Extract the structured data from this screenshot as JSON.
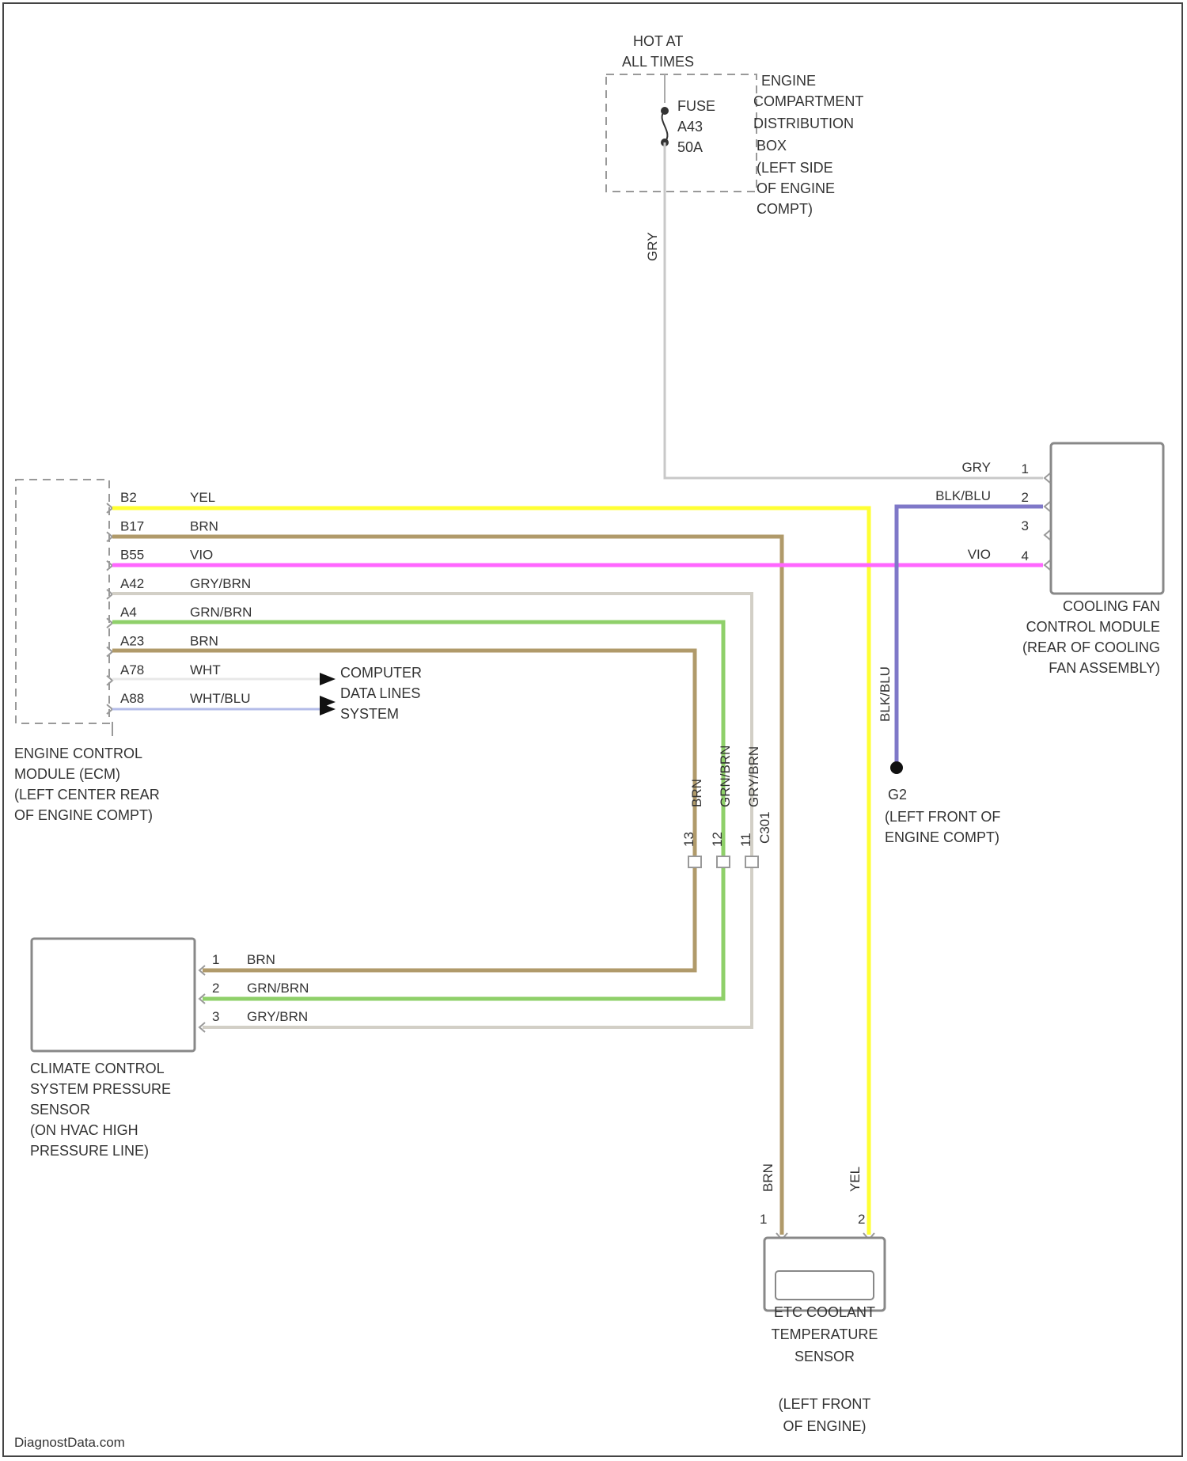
{
  "colors": {
    "YEL": "#ffff33",
    "BRN": "#b09a6a",
    "VIO": "#ff66ff",
    "GRY_BRN": "#d2cfc6",
    "GRN_BRN": "#8fd06a",
    "GRY": "#c8c8c8",
    "BLK_BLU": "#7f78c8",
    "WHT": "#e8e8e8",
    "WHT_BLU": "#b4bce8"
  },
  "power": {
    "hot_line1": "HOT AT",
    "hot_line2": "ALL TIMES",
    "fuse_line1": "FUSE",
    "fuse_line2": "A43",
    "fuse_line3": "50A",
    "box_line1": "ENGINE",
    "box_line2": "COMPARTMENT",
    "box_line3": "DISTRIBUTION",
    "box_line4": "BOX",
    "box_line5": "(LEFT SIDE",
    "box_line6": "OF ENGINE",
    "box_line7": "COMPT)",
    "wire_color": "GRY"
  },
  "ecm": {
    "label_line1": "ENGINE CONTROL",
    "label_line2": "MODULE (ECM)",
    "label_line3": "(LEFT CENTER REAR",
    "label_line4": "OF ENGINE COMPT)",
    "pins": [
      {
        "pin": "B2",
        "color": "YEL"
      },
      {
        "pin": "B17",
        "color": "BRN"
      },
      {
        "pin": "B55",
        "color": "VIO"
      },
      {
        "pin": "A42",
        "color": "GRY/BRN"
      },
      {
        "pin": "A4",
        "color": "GRN/BRN"
      },
      {
        "pin": "A23",
        "color": "BRN"
      },
      {
        "pin": "A78",
        "color": "WHT"
      },
      {
        "pin": "A88",
        "color": "WHT/BLU"
      }
    ]
  },
  "data_lines": {
    "line1": "COMPUTER",
    "line2": "DATA LINES",
    "line3": "SYSTEM"
  },
  "fan_module": {
    "label_line1": "COOLING FAN",
    "label_line2": "CONTROL MODULE",
    "label_line3": "(REAR OF COOLING",
    "label_line4": "FAN ASSEMBLY)",
    "pins": [
      {
        "pin": "1",
        "color": "GRY"
      },
      {
        "pin": "2",
        "color": "BLK/BLU"
      },
      {
        "pin": "3",
        "color": ""
      },
      {
        "pin": "4",
        "color": "VIO"
      }
    ]
  },
  "ground": {
    "wire_color": "BLK/BLU",
    "id": "G2",
    "line1": "(LEFT FRONT OF",
    "line2": "ENGINE COMPT)"
  },
  "splice": {
    "wires": [
      {
        "color": "BRN",
        "pin": "13"
      },
      {
        "color": "GRN/BRN",
        "pin": "12"
      },
      {
        "color": "GRY/BRN",
        "pin": "11"
      }
    ],
    "connector": "C301"
  },
  "pressure_sensor": {
    "label_line1": "CLIMATE CONTROL",
    "label_line2": "SYSTEM PRESSURE",
    "label_line3": "SENSOR",
    "label_line4": "(ON HVAC HIGH",
    "label_line5": "PRESSURE LINE)",
    "pins": [
      {
        "pin": "1",
        "color": "BRN"
      },
      {
        "pin": "2",
        "color": "GRN/BRN"
      },
      {
        "pin": "3",
        "color": "GRY/BRN"
      }
    ]
  },
  "ect_sensor": {
    "label_line1": "ETC COOLANT",
    "label_line2": "TEMPERATURE",
    "label_line3": "SENSOR",
    "label_line4": "(LEFT FRONT",
    "label_line5": "OF ENGINE)",
    "wires": [
      {
        "pin": "1",
        "color": "BRN"
      },
      {
        "pin": "2",
        "color": "YEL"
      }
    ]
  },
  "watermark": "DiagnostData.com"
}
